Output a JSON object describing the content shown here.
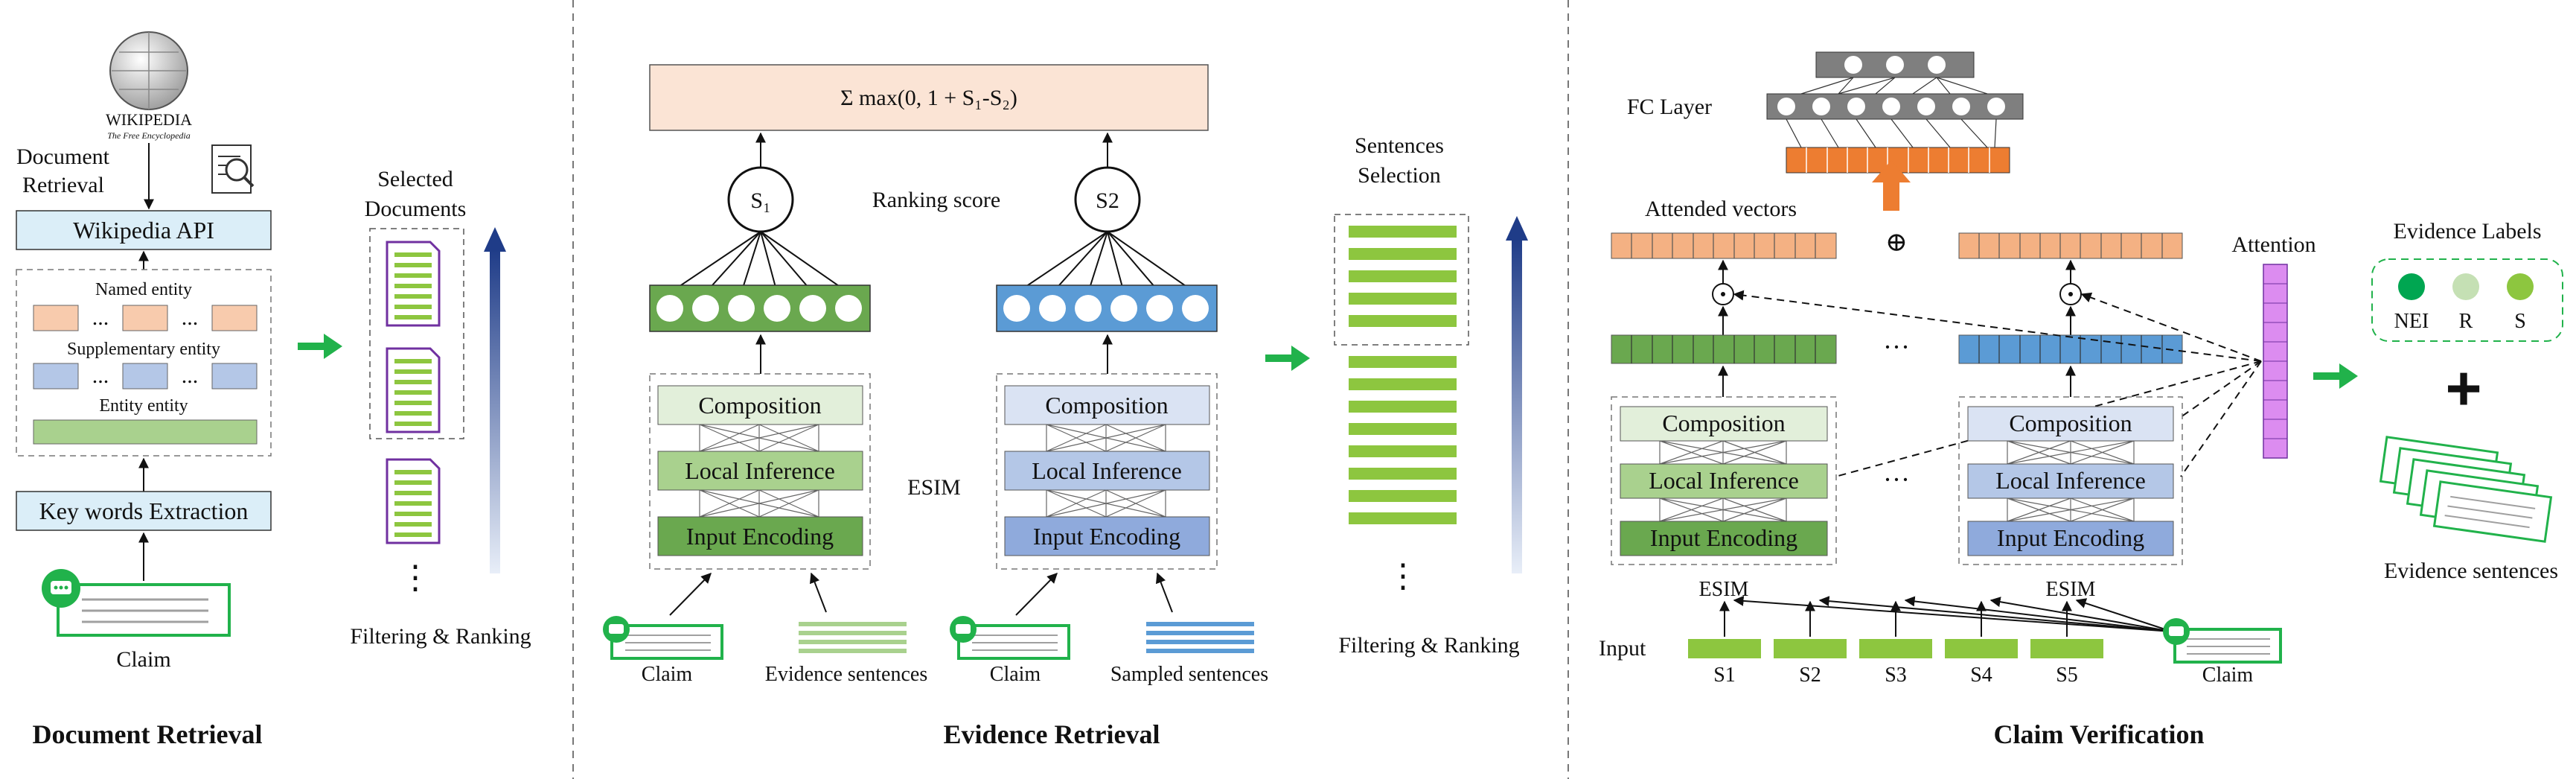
{
  "sections": {
    "doc_retrieval": "Document Retrieval",
    "evidence_retrieval": "Evidence Retrieval",
    "claim_verification": "Claim Verification"
  },
  "doc": {
    "wiki_word": "WIKIPEDIA",
    "wiki_sub": "The Free Encyclopedia",
    "doc_retrieval_label_1": "Document",
    "doc_retrieval_label_2": "Retrieval",
    "wiki_api": "Wikipedia API",
    "named_entity": "Named entity",
    "supplementary_entity": "Supplementary entity",
    "entity_entity": "Entity entity",
    "ellipsis": "...",
    "keywords": "Key words Extraction",
    "claim": "Claim",
    "selected_1": "Selected",
    "selected_2": "Documents",
    "vdots": "⋮",
    "filtering": "Filtering & Ranking"
  },
  "er": {
    "loss": "Σ max(0, 1 + S₁-S₂)",
    "s1": "S₁",
    "s2": "S2",
    "ranking_score": "Ranking score",
    "composition": "Composition",
    "local_inference": "Local Inference",
    "input_encoding": "Input Encoding",
    "esim": "ESIM",
    "claim": "Claim",
    "evidence_sentences": "Evidence sentences",
    "sampled_sentences": "Sampled sentences",
    "sentences_1": "Sentences",
    "sentences_2": "Selection",
    "vdots": "⋮",
    "filtering": "Filtering & Ranking"
  },
  "cv": {
    "fc_layer": "FC Layer",
    "attended_vectors": "Attended vectors",
    "oplus": "⊕",
    "odot": "⊙",
    "attention": "Attention",
    "dots": "···",
    "composition": "Composition",
    "local_inference": "Local Inference",
    "input_encoding": "Input Encoding",
    "esim": "ESIM",
    "input": "Input",
    "inputs": [
      "S1",
      "S2",
      "S3",
      "S4",
      "S5"
    ],
    "claim": "Claim",
    "evidence_labels": "Evidence Labels",
    "labels": [
      "NEI",
      "R",
      "S"
    ],
    "plus": "+",
    "evidence_sentences": "Evidence sentences"
  },
  "colors": {
    "green_arrow": "#21b24b",
    "green_box": "#6aa84f",
    "blue_box": "#5b9bd5",
    "orange_box": "#f4b183",
    "peach_box": "#fbe4d5",
    "light_green": "#a9d18e",
    "cyan_box": "#dbeef8",
    "purple": "#7030a0",
    "violet": "#dc8cf0",
    "orange_fc": "#ed7d31",
    "gray_fc": "#7f7f7f",
    "navy": "#1f3c88"
  }
}
